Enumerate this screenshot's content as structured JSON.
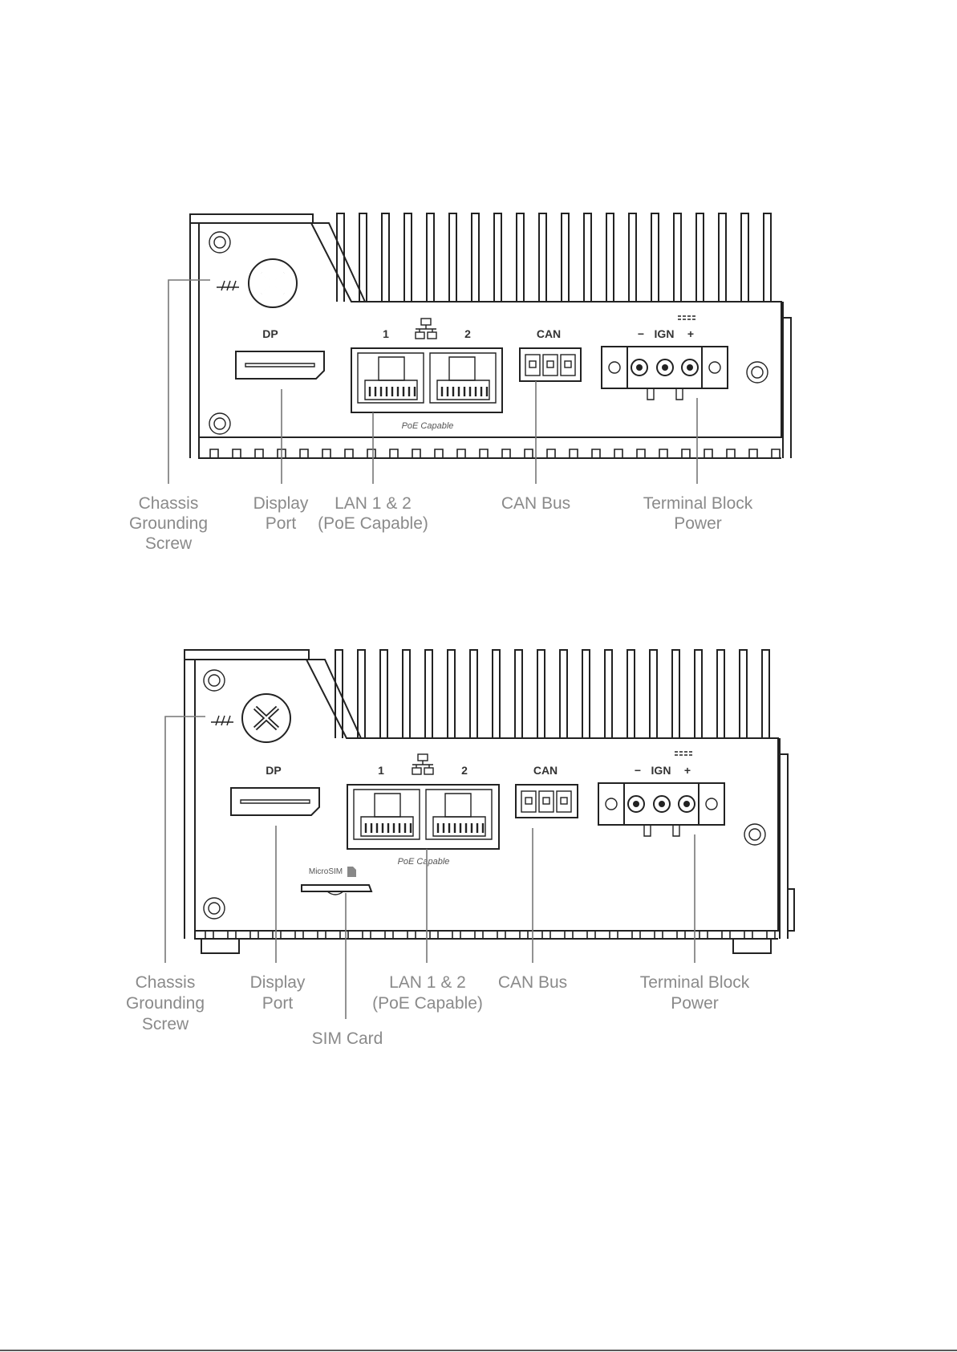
{
  "diagram_1": {
    "panel": {
      "dp": "DP",
      "lan_1": "1",
      "lan_2": "2",
      "can": "CAN",
      "minus": "−",
      "ign": "IGN",
      "plus": "+",
      "poe": "PoE Capable"
    },
    "callouts": {
      "chassis": [
        "Chassis",
        "Grounding",
        "Screw"
      ],
      "display": [
        "Display",
        "Port"
      ],
      "lan": [
        "LAN 1 & 2",
        "(PoE Capable)"
      ],
      "can_bus": [
        "CAN Bus"
      ],
      "terminal": [
        "Terminal Block",
        "Power"
      ]
    }
  },
  "diagram_2": {
    "panel": {
      "dp": "DP",
      "lan_1": "1",
      "lan_2": "2",
      "can": "CAN",
      "minus": "−",
      "ign": "IGN",
      "plus": "+",
      "poe": "PoE Capable",
      "microsim": "MicroSIM"
    },
    "callouts": {
      "chassis": [
        "Chassis",
        "Grounding",
        "Screw"
      ],
      "display": [
        "Display",
        "Port"
      ],
      "lan": [
        "LAN 1 & 2",
        "(PoE Capable)"
      ],
      "can_bus": [
        "CAN Bus"
      ],
      "terminal": [
        "Terminal Block",
        "Power"
      ],
      "sim": [
        "SIM Card"
      ]
    }
  }
}
